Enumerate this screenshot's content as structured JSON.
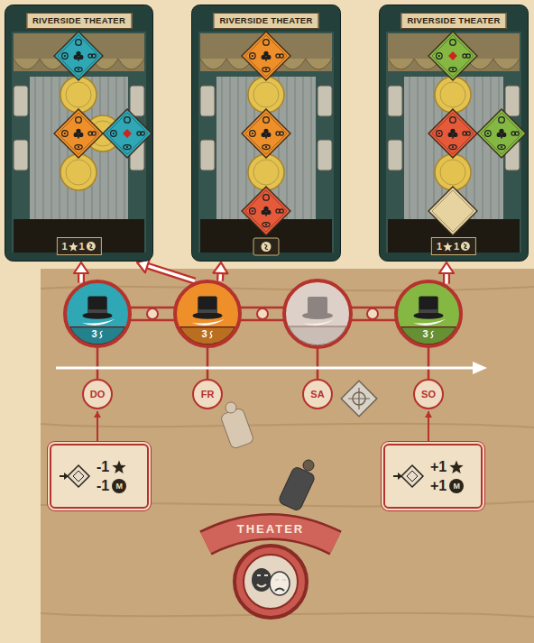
{
  "diagram": {
    "nodes": [
      {
        "text": [
          "RIVERSIDE THEATER",
          "1",
          "1"
        ]
      },
      {
        "text": [
          "RIVERSIDE THEATER"
        ]
      },
      {
        "text": [
          "RIVERSIDE THEATER",
          "1",
          "1"
        ]
      },
      {
        "text": [
          "3"
        ]
      },
      {
        "text": [
          "3"
        ]
      },
      {
        "text": [
          "3"
        ]
      },
      {
        "text": [
          "DO"
        ]
      },
      {
        "text": [
          "FR"
        ]
      },
      {
        "text": [
          "SA"
        ]
      },
      {
        "text": [
          "SO"
        ]
      },
      {
        "text": [
          "-1",
          "-1",
          "M"
        ]
      },
      {
        "text": [
          "THEATER"
        ]
      },
      {
        "text": [
          "+1",
          "+1",
          "M"
        ]
      }
    ],
    "edges": [
      {
        "from": 3,
        "to": 0,
        "arrow": "to"
      },
      {
        "from": 4,
        "to": 0,
        "arrow": "to"
      },
      {
        "from": 4,
        "to": 1,
        "arrow": "to"
      },
      {
        "from": 5,
        "to": 2,
        "arrow": "to"
      }
    ]
  }
}
